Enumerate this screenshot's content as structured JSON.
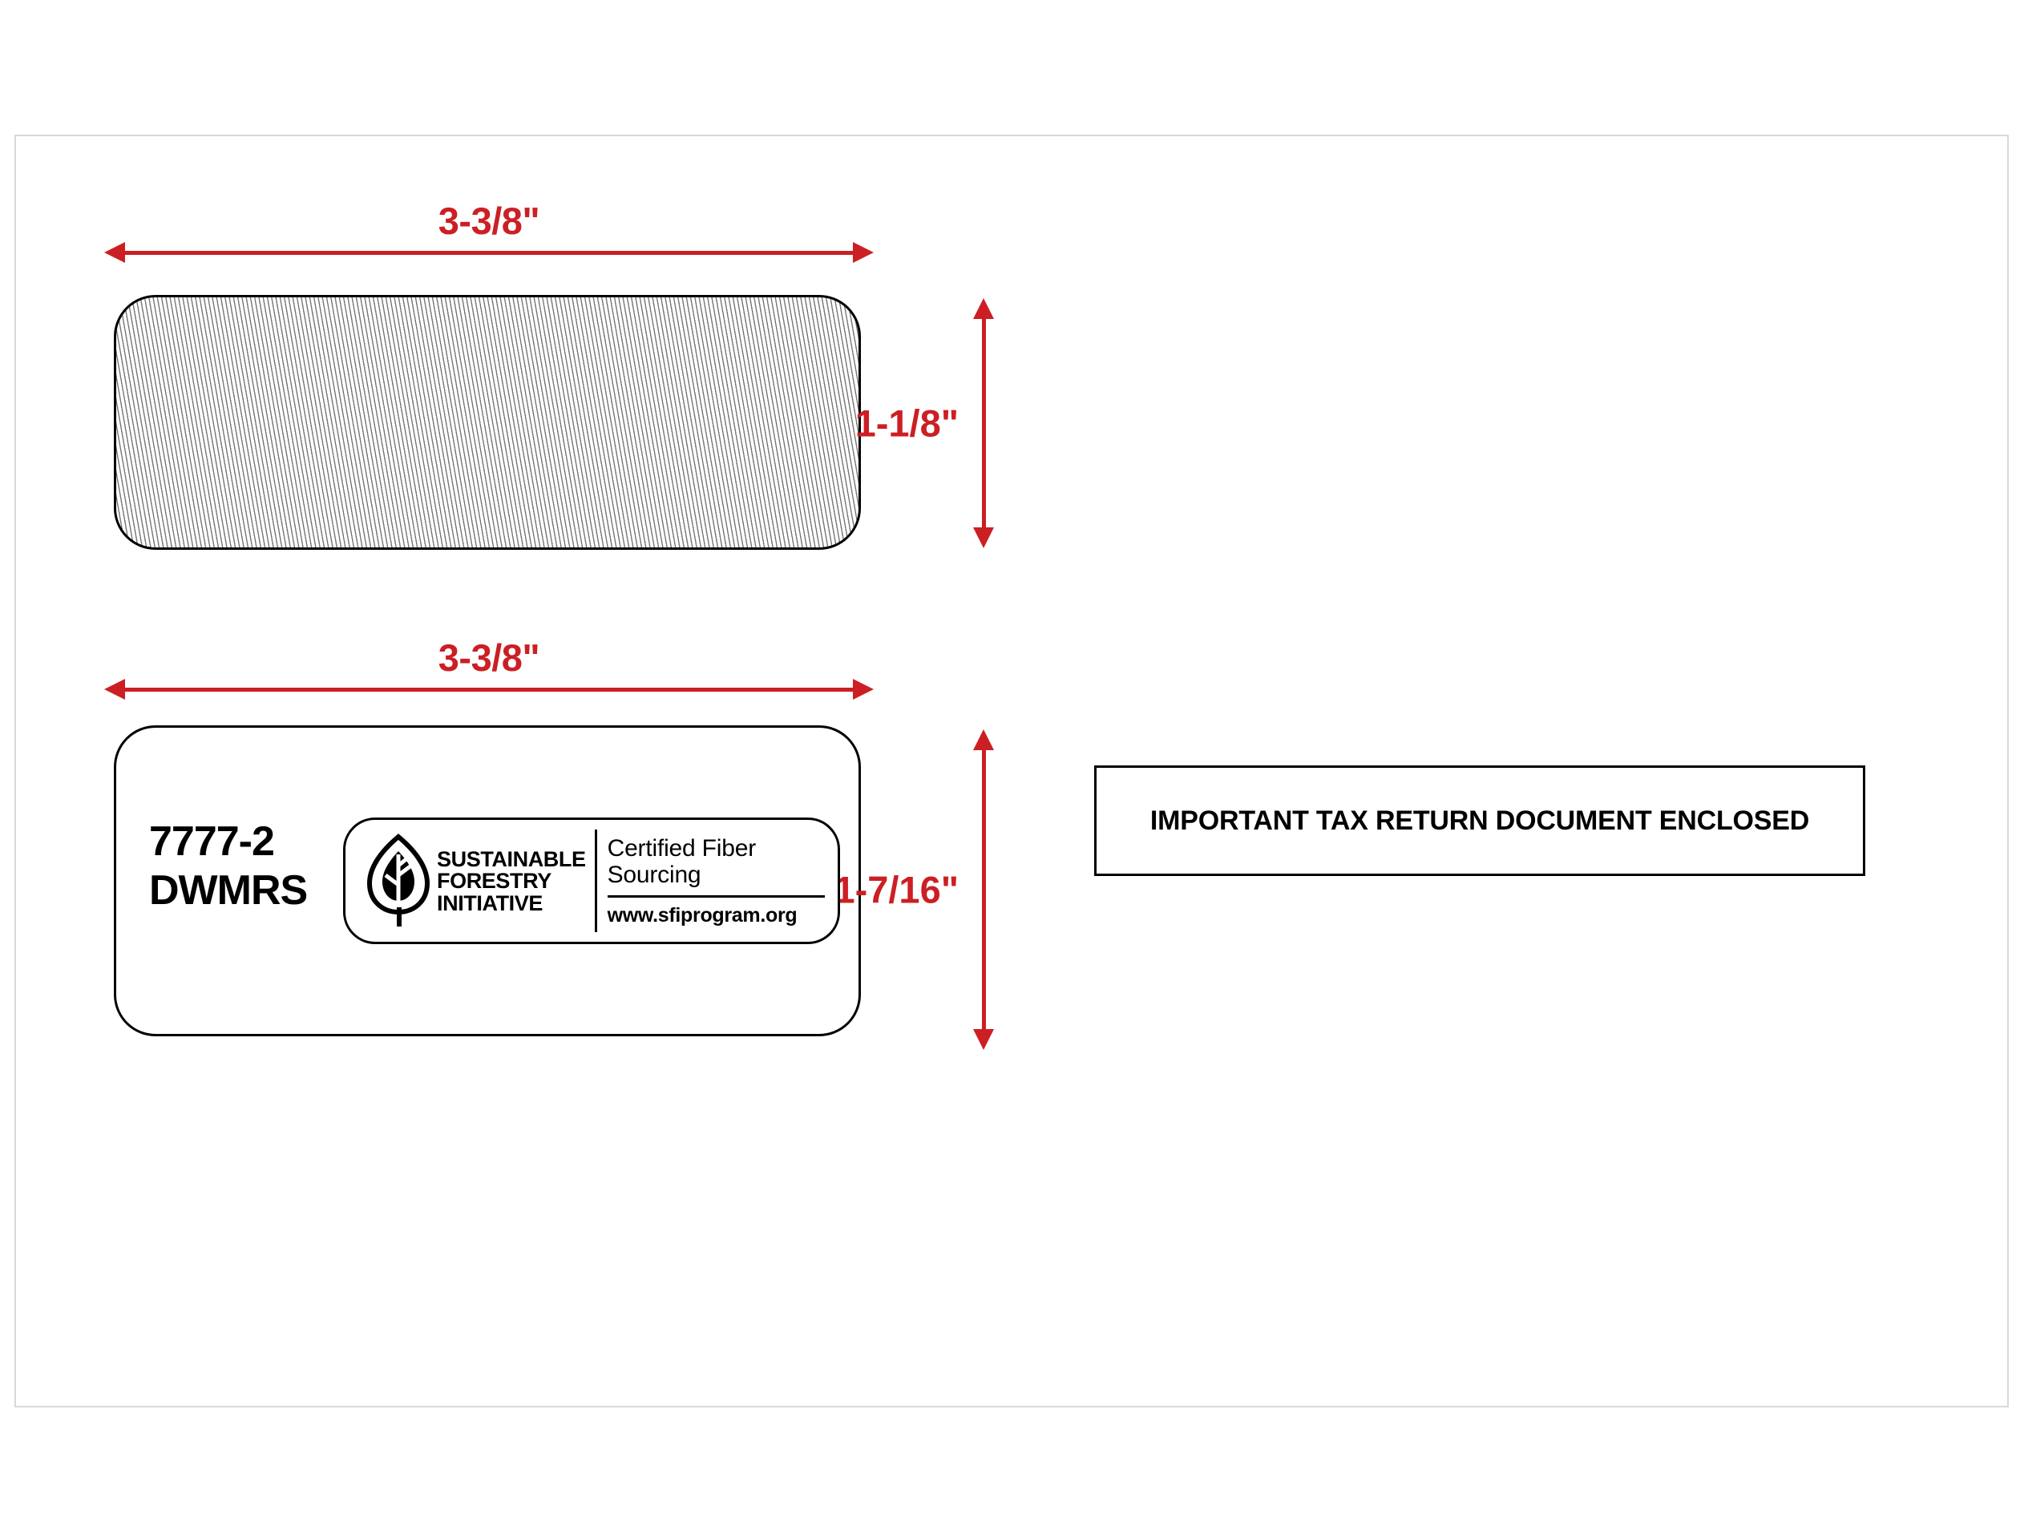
{
  "diagram": {
    "title": "Double window envelope specification diagram",
    "dimensions": {
      "top_window_width": "3-3/8\"",
      "top_window_height": "1-1/8\"",
      "bottom_window_width": "3-3/8\"",
      "bottom_window_height": "1-7/16\""
    },
    "product": {
      "code_line_1": "7777-2",
      "code_line_2": "DWMRS"
    },
    "sfi_logo": {
      "wordmark_line_1": "SUSTAINABLE",
      "wordmark_line_2": "FORESTRY",
      "wordmark_line_3": "INITIATIVE",
      "claim_line_1": "Certified Fiber",
      "claim_line_2": "Sourcing",
      "url": "www.sfiprogram.org"
    },
    "notice": {
      "text": "IMPORTANT TAX RETURN DOCUMENT ENCLOSED"
    },
    "colors": {
      "dimension_red": "#cc1f24",
      "outline_black": "#000000",
      "envelope_border": "#d9d9d9"
    }
  }
}
